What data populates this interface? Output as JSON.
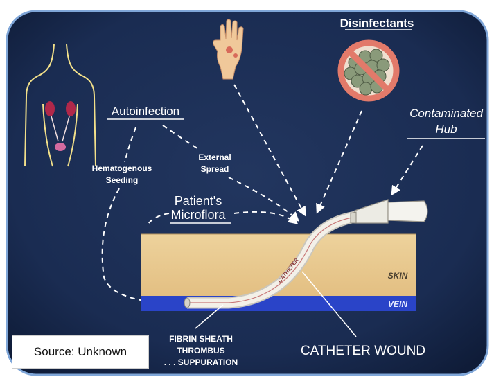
{
  "diagram": {
    "labels": {
      "disinfectants": "Disinfectants",
      "autoinfection": "Autoinfection",
      "contaminated_line1": "Contaminated",
      "contaminated_line2": "Hub",
      "hematogenous_line1": "Hematogenous",
      "hematogenous_line2": "Seeding",
      "external_line1": "External",
      "external_line2": "Spread",
      "microflora_line1": "Patient's",
      "microflora_line2": "Microflora",
      "catheter": "CATHETER",
      "skin": "SKIN",
      "vein": "VEIN",
      "fibrin_line1": "FIBRIN SHEATH",
      "fibrin_line2": "THROMBUS",
      "fibrin_line3": ". . . SUPPURATION",
      "catheter_wound": "CATHETER WOUND"
    }
  },
  "source": {
    "text": "Source: Unknown"
  },
  "colors": {
    "background": "#1a2c52",
    "skin": "#e9c98d",
    "vein": "#2a44c8",
    "no_symbol": "#e27a6a",
    "disinfectant_balls": "#8a9a7a"
  }
}
